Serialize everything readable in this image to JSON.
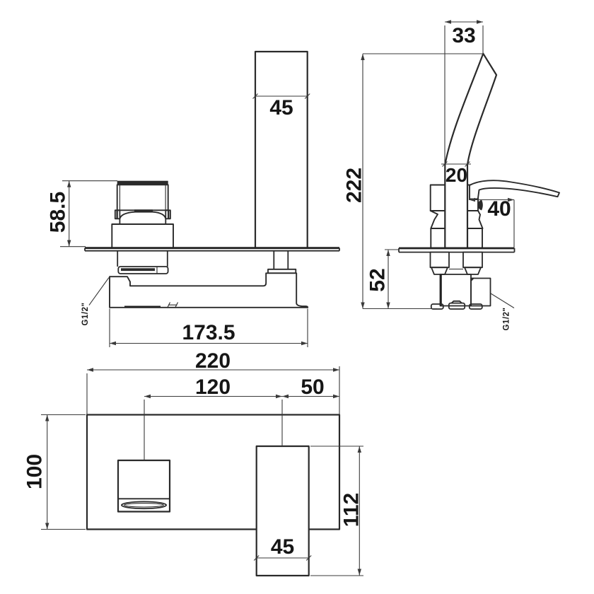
{
  "colors": {
    "background": "#ffffff",
    "outline": "#2a2a2a",
    "dimension_line": "#3a3a3a",
    "text": "#161616"
  },
  "dimensions": {
    "front": {
      "spout_width": "45",
      "handle_height": "58.5",
      "body_width": "173.5",
      "inlet_thread": "G1/2\""
    },
    "side": {
      "spout_top_width": "33",
      "overall_height": "222",
      "spout_depth": "20",
      "handle_projection": "40",
      "depth_below_plate": "52",
      "inlet_thread": "G1/2\""
    },
    "plan": {
      "plate_width": "220",
      "handle_to_spout": "120",
      "spout_to_edge": "50",
      "plate_height": "100",
      "spout_projection": "112",
      "spout_width": "45"
    }
  }
}
